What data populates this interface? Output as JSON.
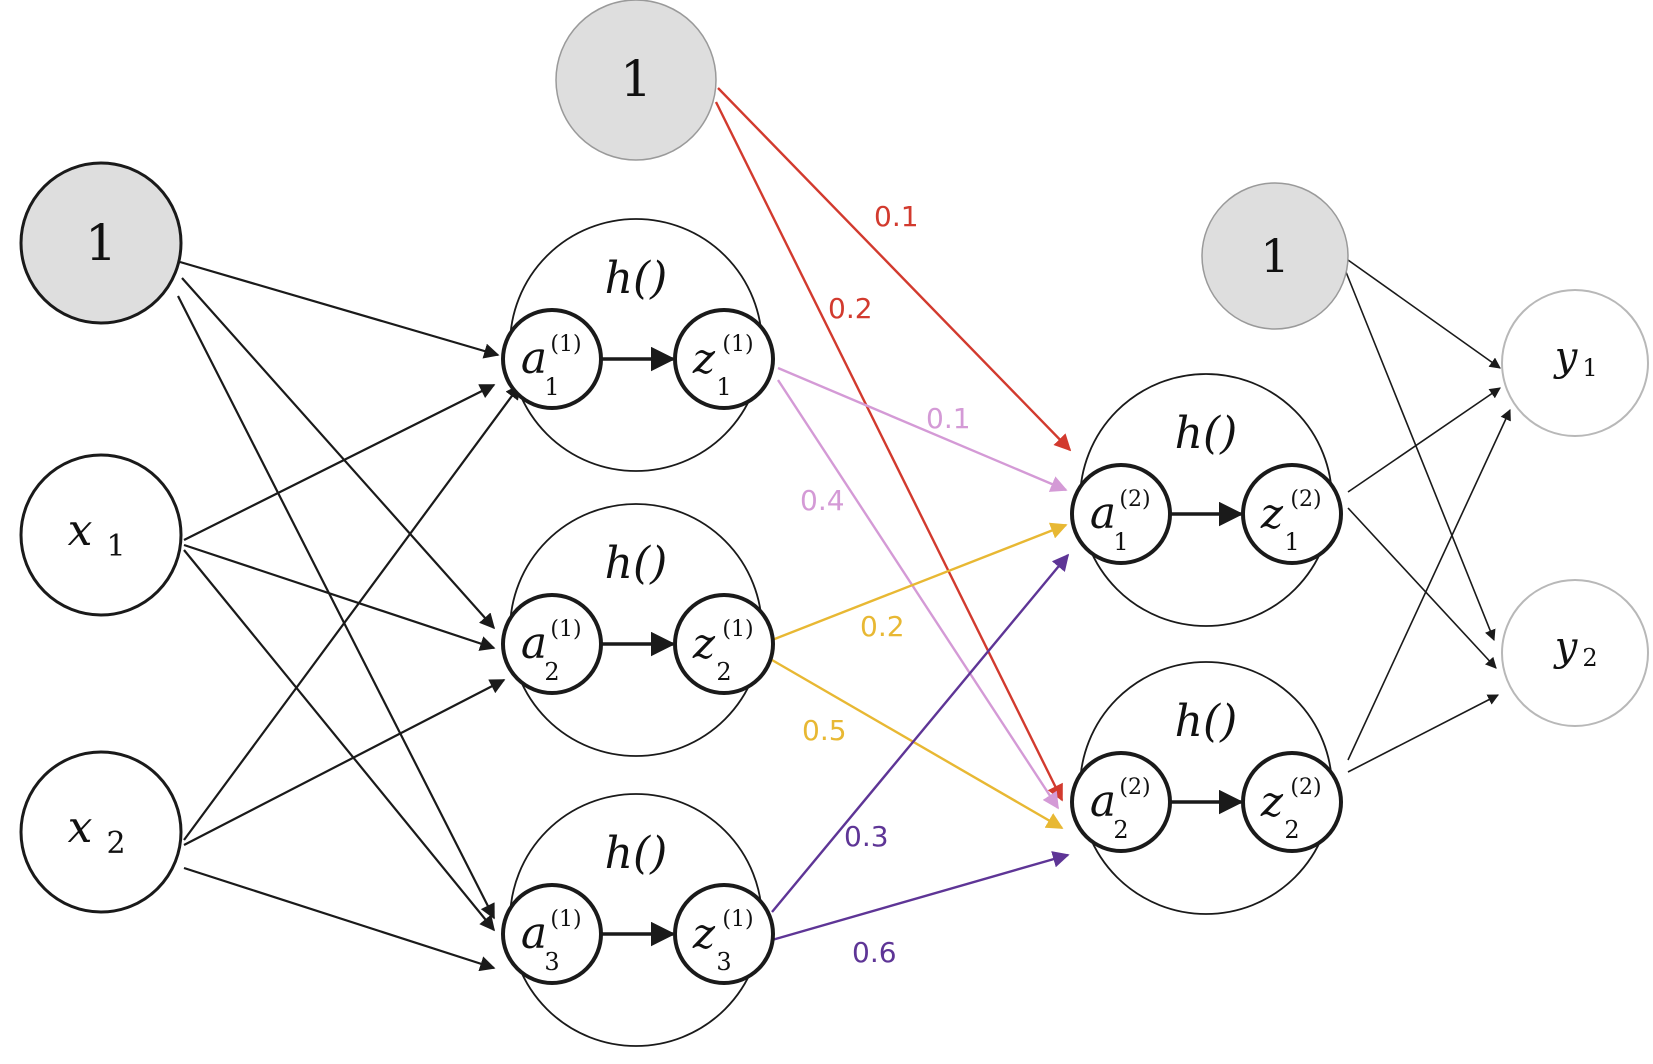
{
  "colors": {
    "line": "#1a1a1a",
    "bias_fill": "#dedede",
    "bias_stroke": "#9a9a9a",
    "output_stroke": "#b8b8b8",
    "red": "#d23a2e",
    "pink": "#d49ad6",
    "yellow": "#e8b833",
    "purple": "#5e3596"
  },
  "nodes": {
    "bias_input": "1",
    "x1": {
      "base": "x",
      "sub": "1"
    },
    "x2": {
      "base": "x",
      "sub": "2"
    },
    "bias_hidden1": "1",
    "bias_hidden2": "1",
    "y1": {
      "base": "y",
      "sub": "1"
    },
    "y2": {
      "base": "y",
      "sub": "2"
    }
  },
  "layer1": {
    "activation_label": "h()",
    "neurons": [
      {
        "a": "a",
        "a_sup": "(1)",
        "a_sub": "1",
        "z": "z",
        "z_sup": "(1)",
        "z_sub": "1"
      },
      {
        "a": "a",
        "a_sup": "(1)",
        "a_sub": "2",
        "z": "z",
        "z_sup": "(1)",
        "z_sub": "2"
      },
      {
        "a": "a",
        "a_sup": "(1)",
        "a_sub": "3",
        "z": "z",
        "z_sup": "(1)",
        "z_sub": "3"
      }
    ]
  },
  "layer2": {
    "activation_label": "h()",
    "neurons": [
      {
        "a": "a",
        "a_sup": "(2)",
        "a_sub": "1",
        "z": "z",
        "z_sup": "(2)",
        "z_sub": "1"
      },
      {
        "a": "a",
        "a_sup": "(2)",
        "a_sub": "2",
        "z": "z",
        "z_sup": "(2)",
        "z_sub": "2"
      }
    ]
  },
  "weights": {
    "bias_to_a1": "0.1",
    "bias_to_a2": "0.2",
    "z1_to_a1": "0.1",
    "z1_to_a2": "0.4",
    "z2_to_a1": "0.2",
    "z2_to_a2": "0.5",
    "z3_to_a1": "0.3",
    "z3_to_a2": "0.6"
  }
}
